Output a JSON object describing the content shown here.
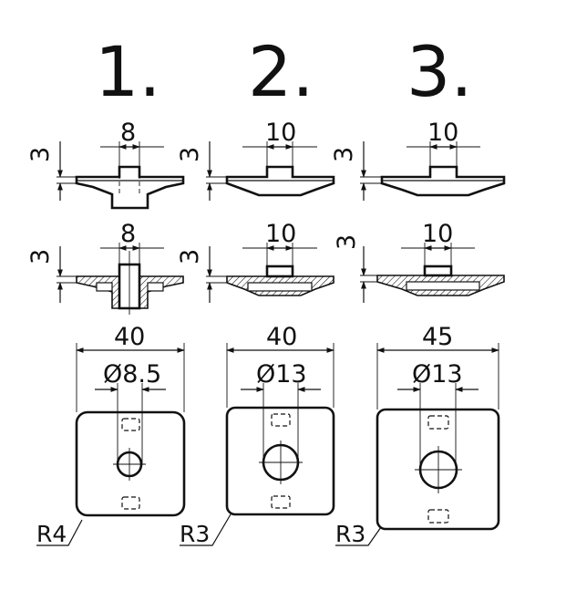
{
  "variants": [
    {
      "label": "1.",
      "section_a": {
        "width_dim": "8",
        "height_dim": "3"
      },
      "section_b": {
        "width_dim": "8",
        "height_dim": "3"
      },
      "plan": {
        "outer_dim": "40",
        "hole_dim": "Ø8.5",
        "radius_label": "R4"
      }
    },
    {
      "label": "2.",
      "section_a": {
        "width_dim": "10",
        "height_dim": "3"
      },
      "section_b": {
        "width_dim": "10",
        "height_dim": "3"
      },
      "plan": {
        "outer_dim": "40",
        "hole_dim": "Ø13",
        "radius_label": "R3"
      }
    },
    {
      "label": "3.",
      "section_a": {
        "width_dim": "10",
        "height_dim": "3"
      },
      "section_b": {
        "width_dim": "10",
        "height_dim": "3"
      },
      "plan": {
        "outer_dim": "45",
        "hole_dim": "Ø13",
        "radius_label": "R3"
      }
    }
  ],
  "colors": {
    "ink": "#111111",
    "paper": "#ffffff"
  }
}
